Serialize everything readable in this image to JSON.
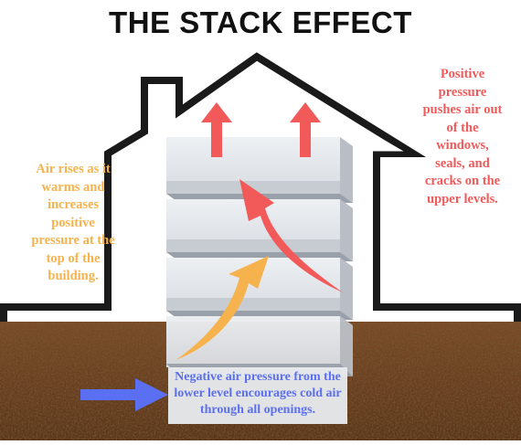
{
  "title": "THE STACK EFFECT",
  "notes": {
    "left_lines": [
      "Air rises as it",
      "warms and",
      "increases",
      "positive",
      "pressure at the",
      "top of the",
      "building."
    ],
    "right_lines": [
      "Positive",
      "pressure",
      "pushes air out",
      "of the",
      "windows,",
      "seals, and",
      "cracks on the",
      "upper levels."
    ],
    "bottom_lines": [
      "Negative air pressure from the",
      "lower level encourages cold air",
      "through all openings."
    ]
  },
  "colors": {
    "warm_air": "#f6b24d",
    "positive_pressure": "#f25a5a",
    "negative_pressure": "#5b6ff2",
    "outline": "#1a1a1a",
    "soil": "#6b3f1e",
    "floor_slab": "#e1e4e9"
  },
  "icons": {
    "up_arrows": "arrow-up-icon",
    "curve_arrow_small": "curved-arrow-icon",
    "curve_arrow_large": "curved-arrow-icon",
    "inflow_arrow": "arrow-right-icon"
  }
}
